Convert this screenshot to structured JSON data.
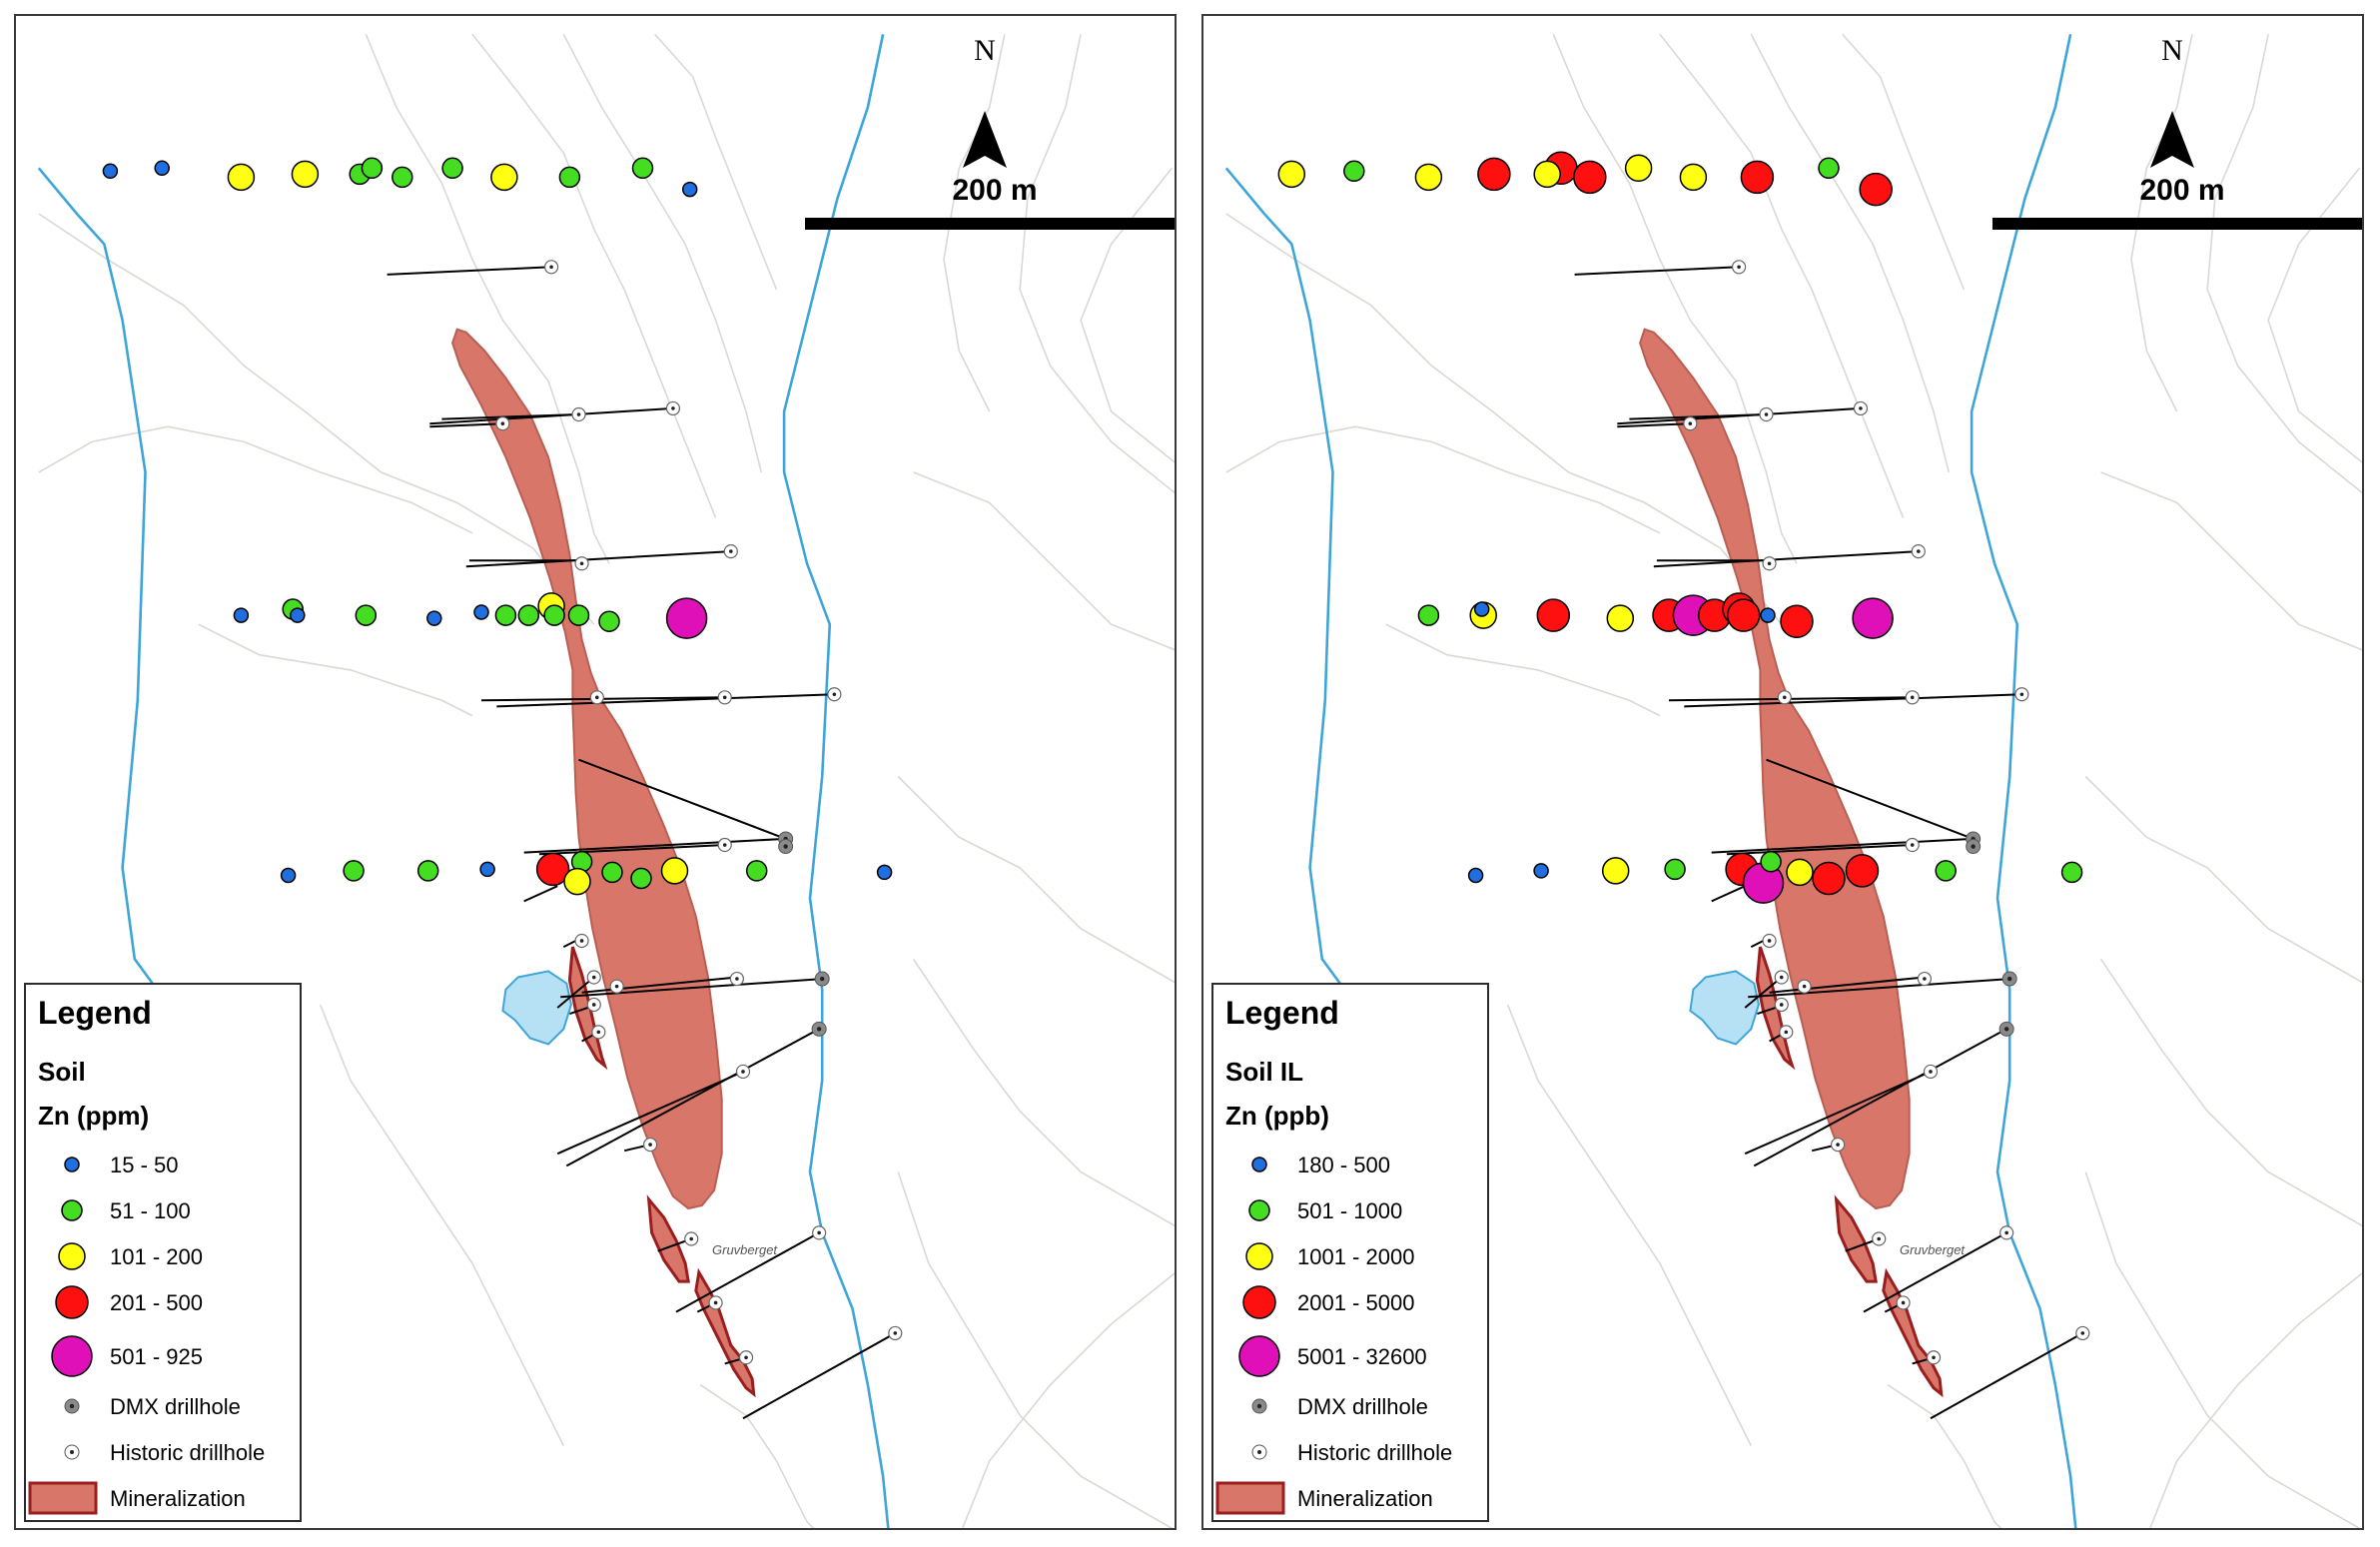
{
  "panels": [
    {
      "id": "left",
      "north_label": "N",
      "scale_label": "200 m",
      "place_label": "Gruvberget",
      "legend": {
        "title": "Legend",
        "layer": "Soil",
        "field": "Zn (ppm)",
        "classes": [
          {
            "label": "15 - 50",
            "color": "#1f6fe0",
            "size": "xs"
          },
          {
            "label": "51 - 100",
            "color": "#44dd22",
            "size": "s"
          },
          {
            "label": "101 - 200",
            "color": "#ffff11",
            "size": "m"
          },
          {
            "label": "201 - 500",
            "color": "#ff1010",
            "size": "l"
          },
          {
            "label": "501 - 925",
            "color": "#e010b8",
            "size": "xl"
          }
        ],
        "dmx_label": "DMX drillhole",
        "historic_label": "Historic drillhole",
        "mineral_label": "Mineralization"
      },
      "samples": [
        [
          62,
          102,
          0
        ],
        [
          96,
          100,
          0
        ],
        [
          148,
          106,
          2
        ],
        [
          190,
          104,
          2
        ],
        [
          226,
          104,
          1
        ],
        [
          234,
          100,
          1
        ],
        [
          254,
          106,
          1
        ],
        [
          287,
          100,
          1
        ],
        [
          321,
          106,
          2
        ],
        [
          364,
          106,
          1
        ],
        [
          412,
          100,
          1
        ],
        [
          443,
          114,
          0
        ],
        [
          148,
          394,
          0
        ],
        [
          182,
          390,
          1
        ],
        [
          185,
          394,
          0
        ],
        [
          230,
          394,
          1
        ],
        [
          275,
          396,
          0
        ],
        [
          306,
          392,
          0
        ],
        [
          322,
          394,
          1
        ],
        [
          337,
          394,
          1
        ],
        [
          352,
          388,
          2
        ],
        [
          354,
          394,
          1
        ],
        [
          370,
          394,
          1
        ],
        [
          390,
          398,
          1
        ],
        [
          441,
          396,
          4
        ],
        [
          179,
          565,
          0
        ],
        [
          222,
          562,
          1
        ],
        [
          271,
          562,
          1
        ],
        [
          310,
          561,
          0
        ],
        [
          353,
          561,
          3
        ],
        [
          372,
          556,
          1
        ],
        [
          369,
          569,
          2
        ],
        [
          392,
          563,
          1
        ],
        [
          411,
          567,
          1
        ],
        [
          433,
          562,
          2
        ],
        [
          487,
          562,
          1
        ],
        [
          571,
          563,
          0
        ]
      ]
    },
    {
      "id": "right",
      "north_label": "N",
      "scale_label": "200 m",
      "place_label": "Gruvberget",
      "legend": {
        "title": "Legend",
        "layer": "Soil IL",
        "field": "Zn (ppb)",
        "classes": [
          {
            "label": "180 - 500",
            "color": "#1f6fe0",
            "size": "xs"
          },
          {
            "label": "501 - 1000",
            "color": "#44dd22",
            "size": "s"
          },
          {
            "label": "1001 - 2000",
            "color": "#ffff11",
            "size": "m"
          },
          {
            "label": "2001 - 5000",
            "color": "#ff1010",
            "size": "l"
          },
          {
            "label": "5001 - 32600",
            "color": "#e010b8",
            "size": "xl"
          }
        ],
        "dmx_label": "DMX drillhole",
        "historic_label": "Historic drillhole",
        "mineral_label": "Mineralization"
      },
      "samples": [
        [
          840,
          104,
          2
        ],
        [
          881,
          102,
          1
        ],
        [
          930,
          106,
          2
        ],
        [
          973,
          104,
          3
        ],
        [
          1017,
          100,
          3
        ],
        [
          1008,
          104,
          2
        ],
        [
          1036,
          106,
          3
        ],
        [
          1068,
          100,
          2
        ],
        [
          1104,
          106,
          2
        ],
        [
          1146,
          106,
          3
        ],
        [
          1193,
          100,
          1
        ],
        [
          1224,
          114,
          3
        ],
        [
          930,
          394,
          1
        ],
        [
          966,
          394,
          2
        ],
        [
          965,
          390,
          0
        ],
        [
          1012,
          394,
          3
        ],
        [
          1056,
          396,
          2
        ],
        [
          1088,
          394,
          3
        ],
        [
          1104,
          394,
          4
        ],
        [
          1118,
          394,
          3
        ],
        [
          1134,
          390,
          3
        ],
        [
          1137,
          394,
          3
        ],
        [
          1153,
          394,
          0
        ],
        [
          1172,
          398,
          3
        ],
        [
          1222,
          396,
          4
        ],
        [
          961,
          565,
          0
        ],
        [
          1004,
          562,
          0
        ],
        [
          1053,
          562,
          2
        ],
        [
          1092,
          561,
          1
        ],
        [
          1136,
          561,
          3
        ],
        [
          1150,
          570,
          4
        ],
        [
          1155,
          556,
          1
        ],
        [
          1174,
          563,
          2
        ],
        [
          1193,
          567,
          3
        ],
        [
          1215,
          562,
          3
        ],
        [
          1270,
          562,
          1
        ],
        [
          1353,
          563,
          1
        ]
      ]
    }
  ],
  "colors": {
    "river": "#3ea5da",
    "contour": "#d9d9d4",
    "mineralization_fill": "#d9766a",
    "mineralization_outline": "#9a1e1e",
    "lake": "#b6e1f4",
    "drill_trace": "#000000"
  }
}
